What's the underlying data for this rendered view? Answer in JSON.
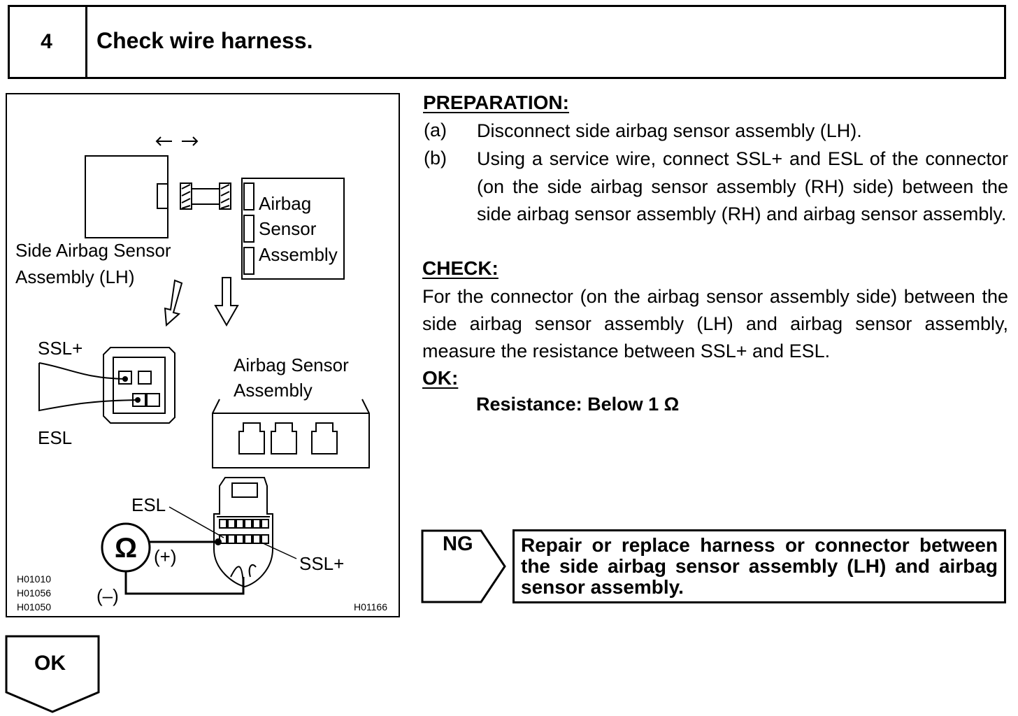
{
  "step": {
    "number": "4",
    "title": "Check wire harness."
  },
  "figure": {
    "side_sensor_label_1": "Side Airbag Sensor",
    "side_sensor_label_2": "Assembly (LH)",
    "airbag_sensor_top_1": "Airbag",
    "airbag_sensor_top_2": "Sensor",
    "airbag_sensor_top_3": "Assembly",
    "ssl_plus_top": "SSL+",
    "esl_top": "ESL",
    "airbag_sensor_mid_1": "Airbag Sensor",
    "airbag_sensor_mid_2": "Assembly",
    "esl_bottom": "ESL",
    "ssl_plus_bottom": "SSL+",
    "plus": "(+)",
    "minus": "(–)",
    "ohm": "Ω",
    "codes": [
      "H01010",
      "H01056",
      "H01050"
    ],
    "code_right": "H01166"
  },
  "preparation": {
    "heading": "PREPARATION:",
    "items": [
      {
        "label": "(a)",
        "text": "Disconnect side airbag sensor assembly (LH)."
      },
      {
        "label": "(b)",
        "text": "Using a service wire, connect SSL+ and ESL of the connector (on the side airbag sensor assembly (RH) side) between the side airbag sensor assembly (RH) and airbag sensor assembly."
      }
    ]
  },
  "check": {
    "heading": "CHECK:",
    "text": "For the connector (on the airbag sensor assembly side) between the side airbag sensor assembly (LH) and airbag sensor assembly, measure the resistance between SSL+ and ESL."
  },
  "ok_spec": {
    "heading": "OK:",
    "text": "Resistance: Below 1 Ω"
  },
  "ng": {
    "label": "NG",
    "result": "Repair or replace harness or connector between the side airbag sensor assembly (LH) and airbag sensor assembly."
  },
  "ok_branch": {
    "label": "OK"
  }
}
